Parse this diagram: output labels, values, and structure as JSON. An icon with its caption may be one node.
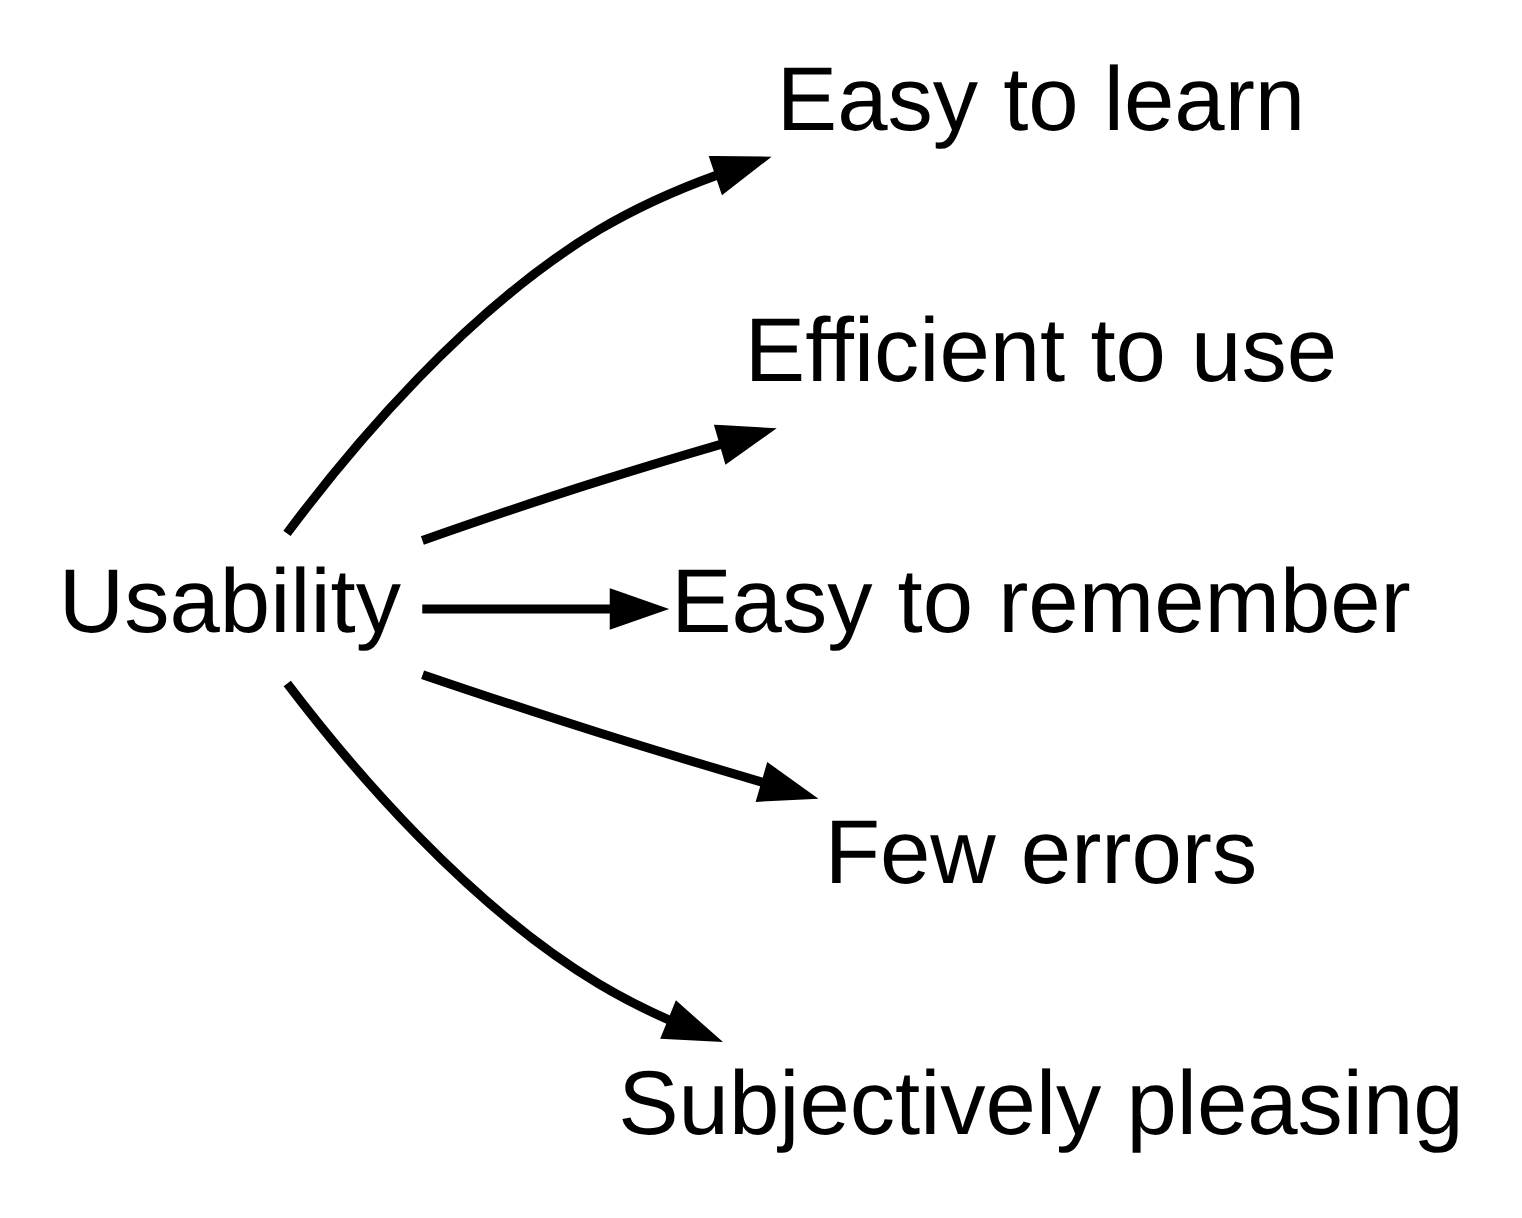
{
  "diagram": {
    "nodes": [
      {
        "text": [
          "Usability"
        ]
      },
      {
        "text": [
          "Easy to learn"
        ]
      },
      {
        "text": [
          "Efficient to use"
        ]
      },
      {
        "text": [
          "Easy to remember"
        ]
      },
      {
        "text": [
          "Few errors"
        ]
      },
      {
        "text": [
          "Subjectively pleasing"
        ]
      }
    ],
    "edges": [
      {
        "from": 0,
        "to": 1,
        "arrow": "to"
      },
      {
        "from": 0,
        "to": 2,
        "arrow": "to"
      },
      {
        "from": 0,
        "to": 3,
        "arrow": "to"
      },
      {
        "from": 0,
        "to": 4,
        "arrow": "to"
      },
      {
        "from": 0,
        "to": 5,
        "arrow": "to"
      }
    ]
  }
}
